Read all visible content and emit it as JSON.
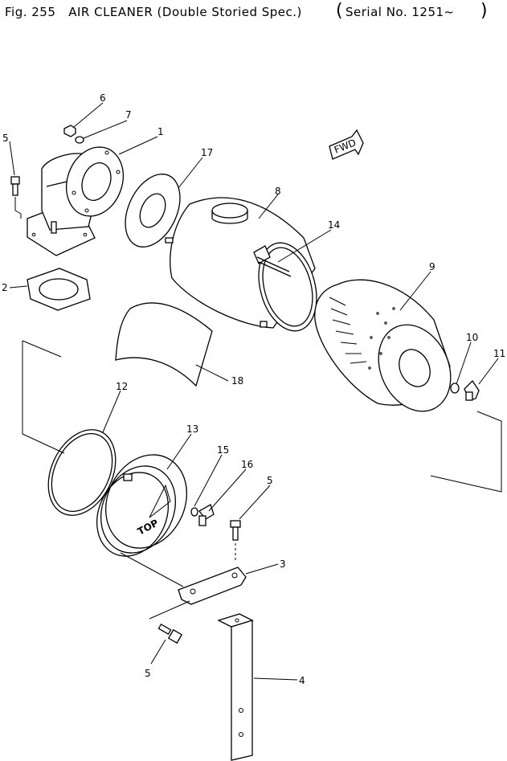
{
  "header": {
    "figure_number": "Fig. 255",
    "figure_title": "AIR CLEANER (Double Storied Spec.)",
    "serial": "Serial No. 1251~"
  },
  "fwd_marker": "FWD",
  "cover_text": "TOP",
  "callouts": {
    "c1": "1",
    "c2": "2",
    "c3": "3",
    "c4": "4",
    "c5a": "5",
    "c5b": "5",
    "c5c": "5",
    "c6": "6",
    "c7": "7",
    "c8": "8",
    "c9": "9",
    "c10": "10",
    "c11": "11",
    "c12": "12",
    "c13": "13",
    "c14": "14",
    "c15": "15",
    "c16": "16",
    "c17": "17",
    "c18": "18"
  }
}
